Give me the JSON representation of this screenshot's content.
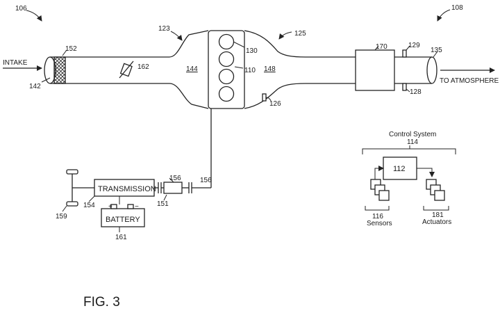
{
  "figure": {
    "caption": "FIG. 3",
    "labels": {
      "ref_106": "106",
      "ref_108": "108",
      "intake": "INTAKE",
      "ref_152": "152",
      "ref_142": "142",
      "ref_162": "162",
      "ref_123": "123",
      "ref_144": "144",
      "ref_130": "130",
      "ref_110": "110",
      "ref_125": "125",
      "ref_148": "148",
      "ref_126": "126",
      "ref_170": "170",
      "ref_129": "129",
      "ref_135": "135",
      "ref_128": "128",
      "to_atmosphere": "TO ATMOSPHERE",
      "control_system": "Control System",
      "ref_114": "114",
      "ref_112": "112",
      "ref_116": "116",
      "sensors": "Sensors",
      "ref_181": "181",
      "actuators": "Actuators",
      "transmission": "TRANSMISSION",
      "ref_156a": "156",
      "ref_156b": "156",
      "ref_151": "151",
      "ref_154": "154",
      "ref_159": "159",
      "battery": "BATTERY",
      "ref_161": "161",
      "battery_plus": "+",
      "battery_minus": "−"
    }
  }
}
